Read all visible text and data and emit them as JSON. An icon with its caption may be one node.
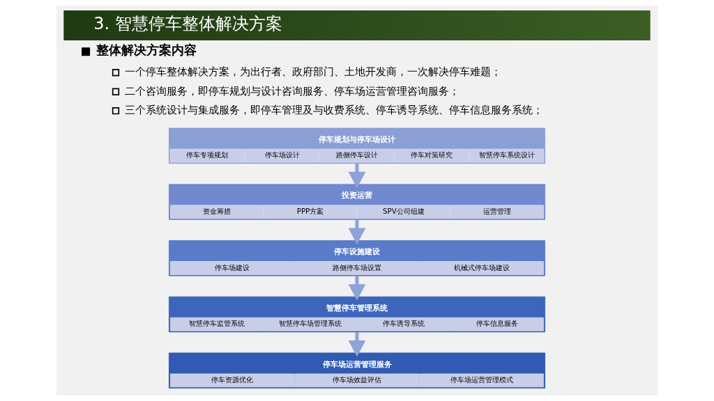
{
  "diagram": {
    "title": "3. 智慧停车整体解决方案",
    "nodes": [
      {
        "text": [
          "停车规划与停车场设计"
        ]
      },
      {
        "text": [
          "停车专项规划"
        ],
        "in": 0
      },
      {
        "text": [
          "停车场设计"
        ],
        "in": 0
      },
      {
        "text": [
          "路侧停车设计"
        ],
        "in": 0
      },
      {
        "text": [
          "停车对策研究"
        ],
        "in": 0
      },
      {
        "text": [
          "智慧停车系统设计"
        ],
        "in": 0
      },
      {
        "text": [
          "投资运营"
        ]
      },
      {
        "text": [
          "资金筹措"
        ],
        "in": 6
      },
      {
        "text": [
          "PPP方案"
        ],
        "in": 6
      },
      {
        "text": [
          "SPV公司组建"
        ],
        "in": 6
      },
      {
        "text": [
          "运营管理"
        ],
        "in": 6
      },
      {
        "text": [
          "停车设施建设"
        ]
      },
      {
        "text": [
          "停车场建设"
        ],
        "in": 11
      },
      {
        "text": [
          "路侧停车场设置"
        ],
        "in": 11
      },
      {
        "text": [
          "机械式停车场建设"
        ],
        "in": 11
      },
      {
        "text": [
          "智慧停车管理系统"
        ]
      },
      {
        "text": [
          "智慧停车监管系统"
        ],
        "in": 15
      },
      {
        "text": [
          "智慧停车场管理系统"
        ],
        "in": 15
      },
      {
        "text": [
          "停车诱导系统"
        ],
        "in": 15
      },
      {
        "text": [
          "停车信息服务"
        ],
        "in": 15
      },
      {
        "text": [
          "停车场运营管理服务"
        ]
      },
      {
        "text": [
          "停车资源优化"
        ],
        "in": 20
      },
      {
        "text": [
          "停车场效益评估"
        ],
        "in": 20
      },
      {
        "text": [
          "停车场运营管理模式"
        ],
        "in": 20
      }
    ],
    "edges": [
      {
        "from": 0,
        "to": 6,
        "arrow": "to"
      },
      {
        "from": 6,
        "to": 11,
        "arrow": "to"
      },
      {
        "from": 11,
        "to": 15,
        "arrow": "to"
      },
      {
        "from": 15,
        "to": 20,
        "arrow": "to"
      }
    ],
    "labels": [
      "整体解决方案内容",
      "一个停车整体解决方案，为出行者、政府部门、土地开发商，一次解决停车难题；",
      "二个咨询服务，即停车规划与设计咨询服务、停车场运营管理咨询服务；",
      "三个系统设计与集成服务，即停车管理及与收费系统、停车诱导系统、停车信息服务系统；"
    ]
  }
}
